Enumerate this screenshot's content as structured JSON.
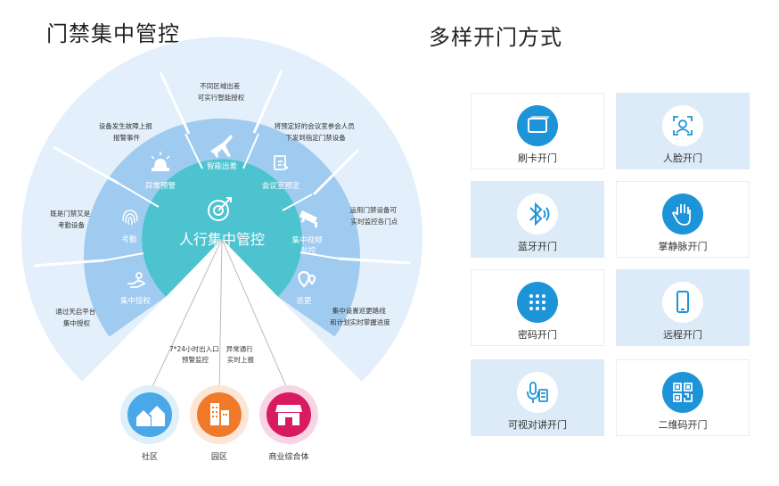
{
  "titles": {
    "left": "门禁集中管控",
    "right": "多样开门方式"
  },
  "center": {
    "label": "人行集中管控"
  },
  "inner_ring": [
    {
      "label": "智能出差"
    },
    {
      "label": "会议室预定"
    },
    {
      "label": "集中视频\n监控"
    },
    {
      "label": "巡更"
    },
    {
      "label": "集中授权"
    },
    {
      "label": "考勤"
    },
    {
      "label": "异常预警"
    }
  ],
  "outer_ring": [
    {
      "text": "不同区域出差\n可实行智能授权"
    },
    {
      "text": "将预定好的会议室参会人员\n下发到指定门禁设备"
    },
    {
      "text": "运用门禁设备可\n实时监控各门点"
    },
    {
      "text": "集中设置巡更路线\n和计划实时掌握进度"
    },
    {
      "text": "通过天启平台\n集中授权"
    },
    {
      "text": "既是门禁又是\n考勤设备"
    },
    {
      "text": "设备发生故障上报\n报警事件"
    }
  ],
  "spokes": [
    {
      "text": "7*24小时出入口\n预警监控"
    },
    {
      "text": "异常通行\n实时上报"
    }
  ],
  "venues": [
    {
      "label": "社区",
      "icon": "houses-icon",
      "color": "#4aa8e8"
    },
    {
      "label": "园区",
      "icon": "buildings-icon",
      "color": "#f07a2a"
    },
    {
      "label": "商业综合体",
      "icon": "shop-icon",
      "color": "#d81b60"
    }
  ],
  "methods": [
    {
      "label": "刷卡开门",
      "icon": "card-icon"
    },
    {
      "label": "人脸开门",
      "icon": "face-icon"
    },
    {
      "label": "蓝牙开门",
      "icon": "bluetooth-icon"
    },
    {
      "label": "掌静脉开门",
      "icon": "palm-icon"
    },
    {
      "label": "密码开门",
      "icon": "keypad-icon"
    },
    {
      "label": "远程开门",
      "icon": "phone-icon"
    },
    {
      "label": "可视对讲开门",
      "icon": "intercom-icon"
    },
    {
      "label": "二维码开门",
      "icon": "qrcode-icon"
    }
  ],
  "colors": {
    "outer": "#e3effa",
    "inner": "#9fcbf0",
    "center": "#4dc3cf",
    "accent": "#1e94d8"
  }
}
